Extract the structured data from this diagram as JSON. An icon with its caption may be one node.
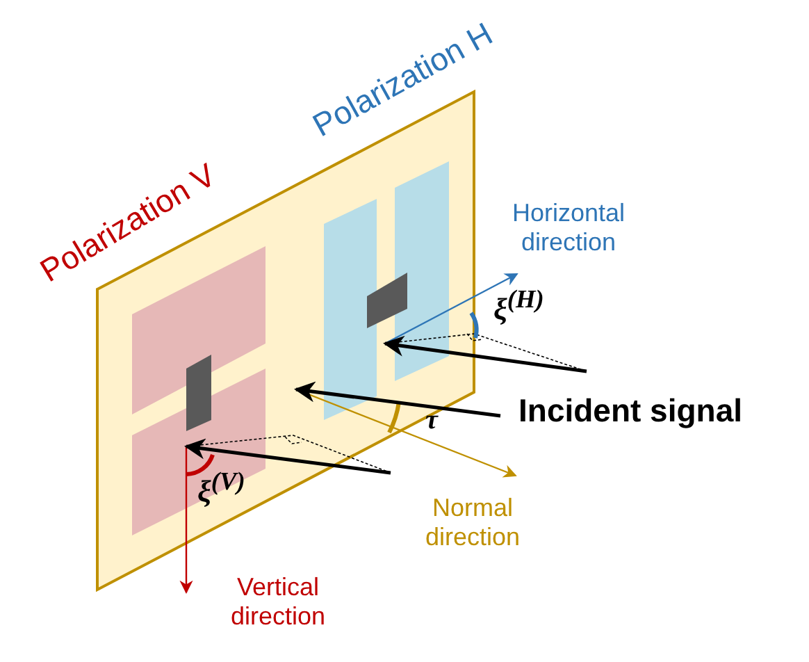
{
  "diagram": {
    "labels": [
      "Polarization H",
      "Polarization V",
      "Horizontal direction",
      "ξ$^{(H)}$",
      "Incident signal",
      "τ",
      "ξ$^{(V)}$",
      "Normal direction",
      "Vertical direction"
    ]
  }
}
